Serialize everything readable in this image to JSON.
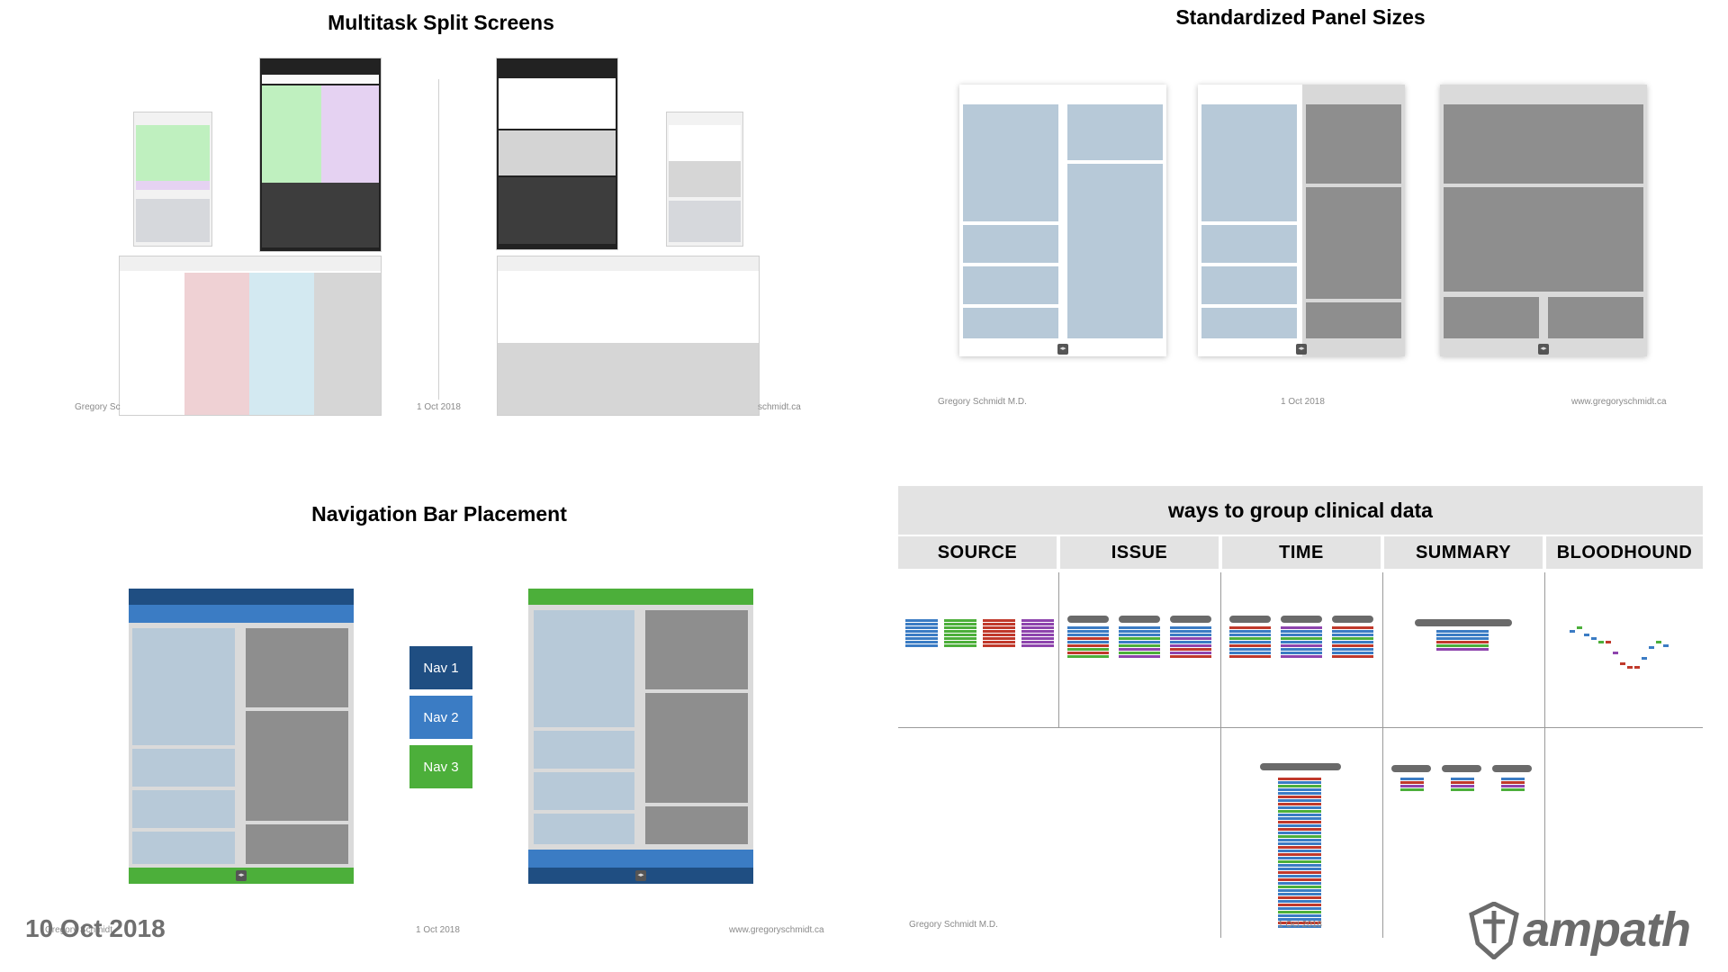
{
  "slides": {
    "multitask": {
      "title": "Multitask Split Screens",
      "footer_left": "Gregory Sc",
      "footer_center": "1 Oct 2018",
      "footer_right": "schmidt.ca"
    },
    "panels": {
      "title": "Standardized Panel Sizes",
      "footer_left": "Gregory Schmidt M.D.",
      "footer_center": "1 Oct 2018",
      "footer_right": "www.gregoryschmidt.ca"
    },
    "navbar": {
      "title": "Navigation Bar Placement",
      "nav_items": [
        {
          "label": "Nav 1",
          "color": "#1f4e82"
        },
        {
          "label": "Nav 2",
          "color": "#3b7cc4"
        },
        {
          "label": "Nav 3",
          "color": "#4caf3a"
        }
      ],
      "footer_left": "Gregory Schmidt",
      "footer_center": "1 Oct 2018",
      "footer_right": "www.gregoryschmidt.ca"
    },
    "clinical": {
      "title": "ways to group clinical data",
      "columns": [
        "SOURCE",
        "ISSUE",
        "TIME",
        "SUMMARY",
        "BLOODHOUND"
      ],
      "footer_left": "Gregory Schmidt M.D.",
      "footer_center": "1 Oct 2018"
    }
  },
  "date": "10 Oct 2018",
  "brand": {
    "name": "ampath"
  },
  "colors": {
    "light_blue_panel": "#b7c9d8",
    "dark_grey_panel": "#8e8e8e",
    "navy": "#1f4e82",
    "blue": "#3b7cc4",
    "green": "#4caf3a",
    "red": "#c0392b",
    "purple": "#8e44ad"
  }
}
